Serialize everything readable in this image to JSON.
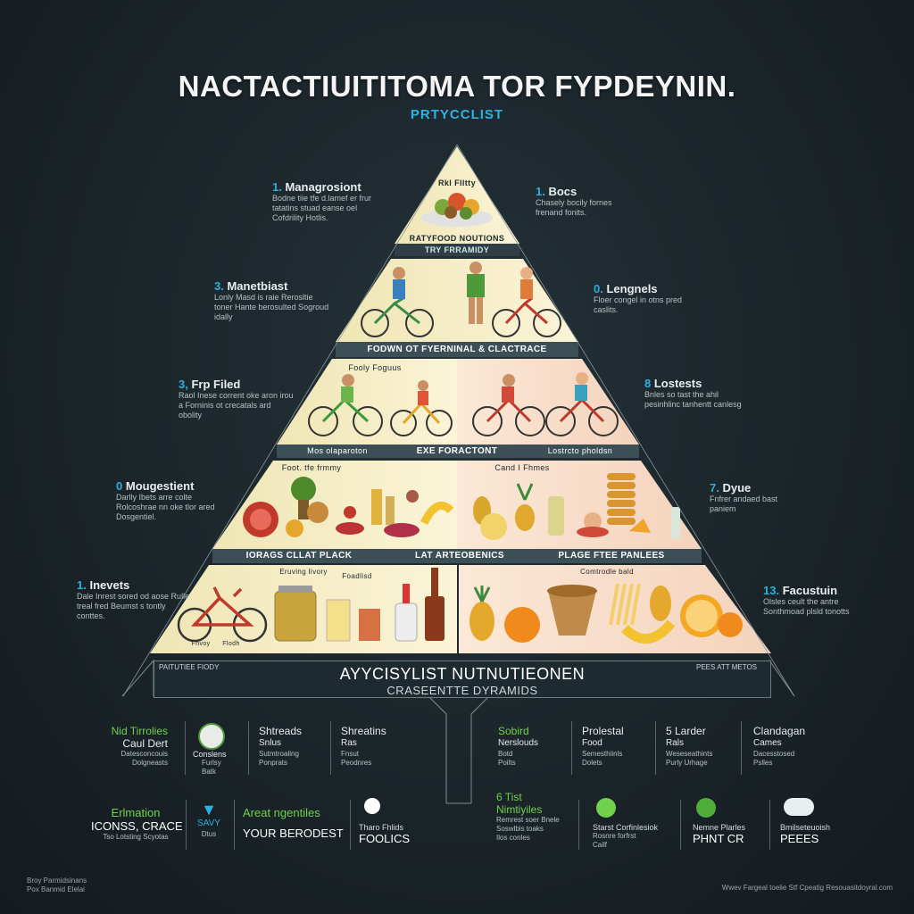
{
  "header": {
    "title": "NACTACTIUITITOMA TOR FYPDEYNIN.",
    "subtitle": "PRTYCCLIST"
  },
  "pyramid": {
    "tiers": [
      {
        "top_caption": "Rkl Flltty",
        "label": "RATYFOOD NOUTIONS",
        "sub_label": "TRY FRRAMIDY"
      },
      {
        "label": "FODWN OT FYERNINAL & CLACTRACE"
      },
      {
        "left_caption": "Fooly Foguus",
        "label_left": "Mos olaparoton",
        "label_center": "EXE FORACTONT",
        "label_right": "Lostrcto pholdsn"
      },
      {
        "left_caption": "Foot. tfe frmmy",
        "right_caption": "Cand I Fhmes",
        "label_left": "IORAGS CLLAT PLACK",
        "label_center": "LAT ARTEOBENICS",
        "label_right": "PLAGE FTEE PANLEES"
      },
      {
        "left_caption": "Eruving livory",
        "mid_caption": "Foadlisd",
        "right_caption": "Comtrodle bald",
        "label_left": "Fnvoy",
        "label_mid": "Flodh"
      }
    ],
    "colors": {
      "cream": "#f6efc6",
      "peach": "#f7ddc9",
      "band": "#3d4f56",
      "accent": "#2bb3e6",
      "green": "#6fd24a"
    }
  },
  "left_notes": [
    {
      "num": "1.",
      "title": "Managrosiont",
      "body": "Bodne tiie tfe d.lamef er frur tatatins stuad eanse oel Cofdrility Hotlis."
    },
    {
      "num": "3.",
      "title": "Manetbiast",
      "body": "Lonly Masd is raie Rerosltie toner Hante berosulted Sogroud idally"
    },
    {
      "num": "3,",
      "title": "Frp Filed",
      "body": "Raol Inese corrent oke aron irou a Forninis ot crecatals ard obolity"
    },
    {
      "num": "0",
      "title": "Mougestient",
      "body": "Darlly Ibets arre colte Rolcoshrae nn oke tlor ared Dosgentiel."
    },
    {
      "num": "1.",
      "title": "Inevets",
      "body": "Dale Inrest sored od aose Rulle treal fred Beumst s tontly conttes."
    }
  ],
  "right_notes": [
    {
      "num": "1.",
      "title": "Bocs",
      "body": "Chasely bocily fornes frenand fonits."
    },
    {
      "num": "0.",
      "title": "Lengnels",
      "body": "Floer congel in otns pred caslits."
    },
    {
      "num": "8",
      "title": "Lostests",
      "body": "Bnles so tast the ahil pesinhlinc tanhentt canlesg"
    },
    {
      "num": "7.",
      "title": "Dyue",
      "body": "Fnfrer andaed bast paniem"
    },
    {
      "num": "13.",
      "title": "Facustuin",
      "body": "Olsles ceult the antre Sonthmoad plsld tonotts"
    }
  ],
  "base": {
    "left_tag": "PAITUTIEE FIODY",
    "right_tag": "PEES ATT METOS",
    "line1": "AYYCISYLIST NUTNUTIEONEN",
    "line2": "CRASEENTTE DYRAMIDS"
  },
  "grid_row1": [
    {
      "h": "Nid Tirrolies",
      "h2": "Caul Dert",
      "b1": "Datesconcouis",
      "b2": "Dolgneasts",
      "green": true
    },
    {
      "h": "Conslens",
      "h2": "",
      "b1": "Furlsy",
      "b2": "Batk",
      "small": true
    },
    {
      "h": "Shtreads",
      "h2": "Snlus",
      "b1": "Sutmtroaling",
      "b2": "Ponprats"
    },
    {
      "h": "Shreatins",
      "h2": "Ras",
      "b1": "Fnsut",
      "b2": "Peodnres"
    },
    {
      "h": "Sobird",
      "h2": "Nerslouds",
      "b1": "Botd",
      "b2": "Poilts",
      "green": true
    },
    {
      "h": "Prolestal",
      "h2": "Food",
      "b1": "Semesthiinls",
      "b2": "Dolets"
    },
    {
      "h": "5 Larder",
      "h2": "Rals",
      "b1": "Weseseathints",
      "b2": "Purly Urhage"
    },
    {
      "h": "Clandagan",
      "h2": "Cames",
      "b1": "Dacesstosed",
      "b2": "Pslles"
    }
  ],
  "grid_row2": [
    {
      "h": "Erlmation",
      "big": "ICONSS, CRACE",
      "b": "Tso Lotsting Scyotas"
    },
    {
      "h": "SAVY",
      "b": "Dtus"
    },
    {
      "h": "Areat ngentiles",
      "big": "YOUR BERODEST"
    },
    {
      "h": "Tharo Fhlids",
      "big": "FOOLICS"
    },
    {
      "h": "6 Tist",
      "h2": "Nimtiyiles",
      "b1": "Remrest soer Bnele",
      "b2": "Soswlbis toaks",
      "b3": "Ilos conles"
    },
    {
      "h": "Starst Corfinlesiok",
      "b1": "Rosnre forfrst",
      "b2": "Cailf"
    },
    {
      "h": "Nemne Plarles",
      "big": "PHNT CR"
    },
    {
      "h": "Bmilseteuoish",
      "big": "PEEES"
    }
  ],
  "footer": {
    "left1": "Broy Parmidsinans",
    "left2": "Pox Banmid Elelai",
    "right": "Wwev Fargeal toelie Stf Cpeatig Resouasitdoyral.com"
  }
}
